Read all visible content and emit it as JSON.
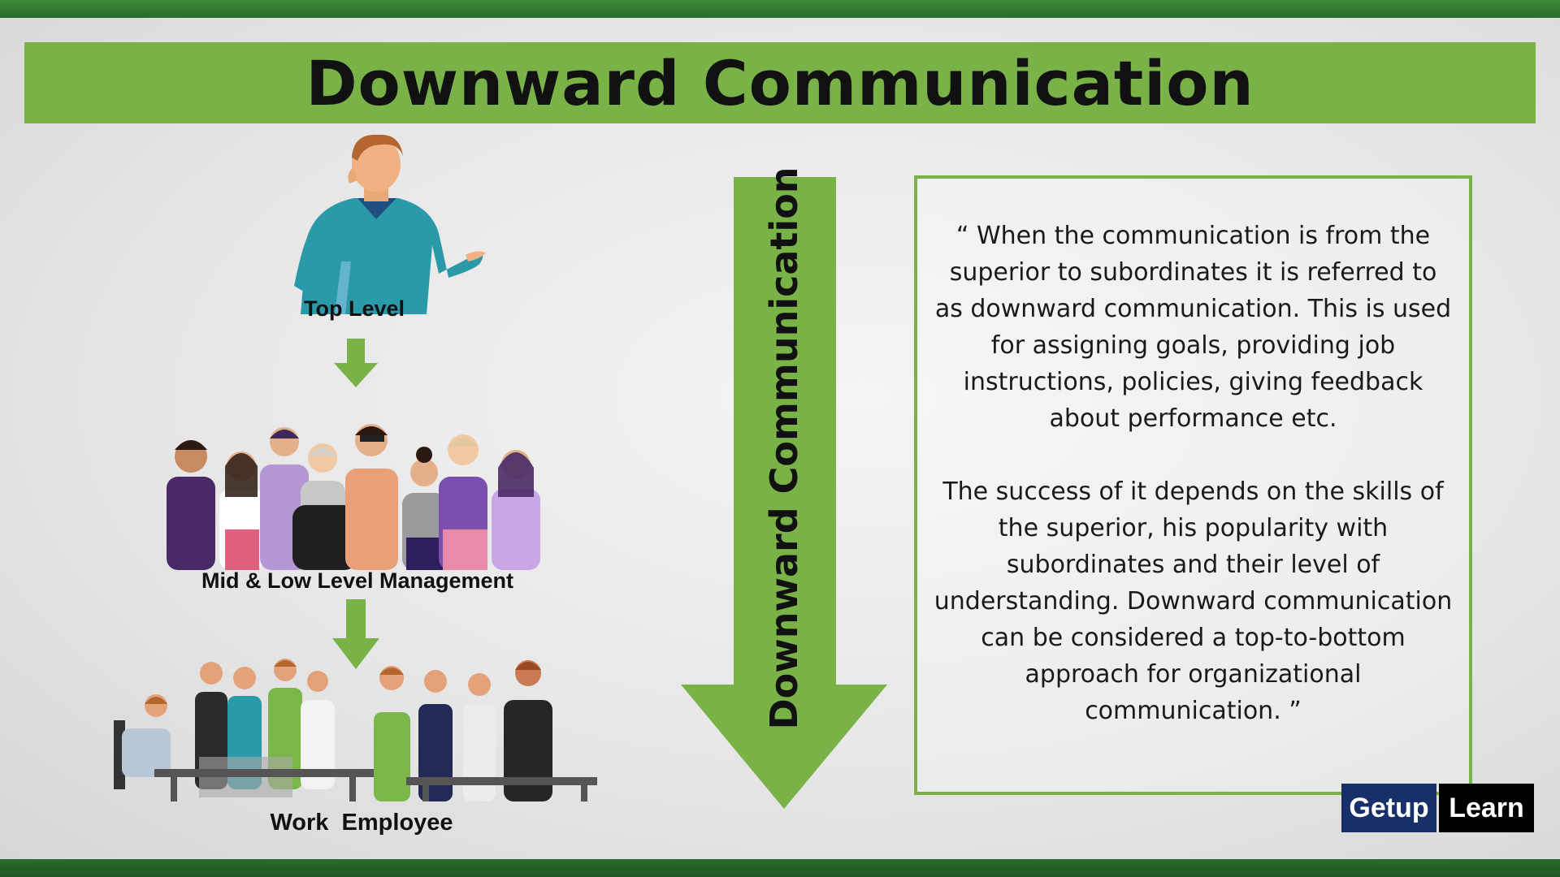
{
  "title": "Downward Communication",
  "levels": {
    "top": "Top Level",
    "mid": "Mid & Low Level Management",
    "work": "Work  Employee"
  },
  "arrow_label": "Downward Communication",
  "definition": {
    "paragraph1": "“ When the communication is from the superior to subordinates it is referred to as downward communication. This is used for assigning goals, providing job instructions, policies, giving feedback about performance etc.",
    "paragraph2": "The success of it depends on the skills of the superior, his popularity with subordinates and their level of understanding. Downward communication can be considered a top-to-bottom approach for organizational communication. ”"
  },
  "brand": {
    "part1": "Getup",
    "part2": "Learn"
  },
  "colors": {
    "accent_green": "#79b247",
    "frame_green": "#2c6e2f",
    "brand_blue": "#17306b"
  },
  "icons": [
    "manager-figure",
    "management-group-figures",
    "work-employee-figures",
    "down-arrow-icon"
  ]
}
